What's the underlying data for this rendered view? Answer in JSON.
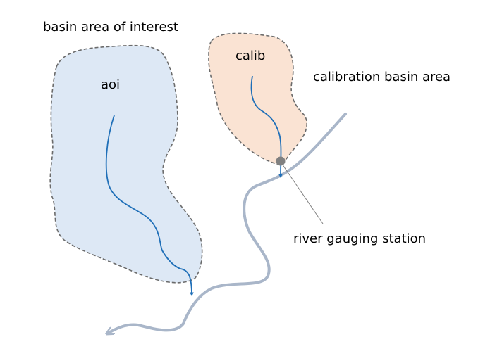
{
  "labels": {
    "basin_area_of_interest": "basin area of interest",
    "aoi": "aoi",
    "calib": "calib",
    "calibration_basin_area": "calibration basin area",
    "river_gauging_station": "river gauging station"
  },
  "colors": {
    "aoi_fill": "#dde8f5",
    "calib_fill": "#fae3d3",
    "basin_outline": "#6b6b6b",
    "stream": "#1f6fb8",
    "main_river": "#a9b6c9",
    "gauge": "#808080",
    "leader_line": "#808080",
    "text": "#000000"
  },
  "icons": {
    "gauge": "gauge-station-dot",
    "flow_direction": "arrowhead"
  }
}
